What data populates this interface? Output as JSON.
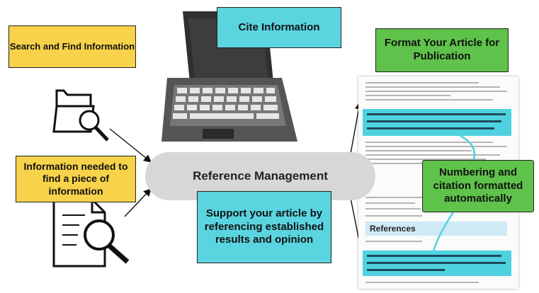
{
  "boxes": {
    "search": "Search and Find Information",
    "cite": "Cite Information",
    "format": "Format Your Article for Publication",
    "info": "Information needed to find a piece of information",
    "support": "Support your article by referencing established results and opinion",
    "numbering": "Numbering and citation formatted automatically"
  },
  "center": {
    "label": "Reference Management"
  },
  "document": {
    "references_label": "References"
  },
  "colors": {
    "yellow": "#f7d24a",
    "cyan": "#5ad5e0",
    "green": "#5fc24a",
    "gray": "#d7d7d7"
  },
  "icons": [
    "laptop-icon",
    "folder-search-icon",
    "document-search-icon",
    "article-page-icon"
  ]
}
